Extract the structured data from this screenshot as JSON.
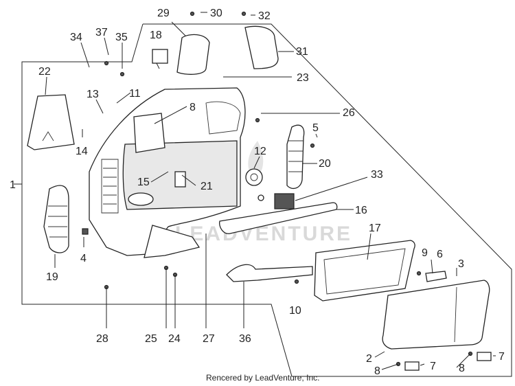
{
  "watermark": "LEADVENTURE",
  "credit": "Rencered by LeadVenture, Inc.",
  "callouts": {
    "c1": "1",
    "c2": "2",
    "c3": "3",
    "c4": "4",
    "c5": "5",
    "c6": "6",
    "c7a": "7",
    "c7b": "7",
    "c8a": "8",
    "c8b": "8",
    "c8c": "8",
    "c9": "9",
    "c10": "10",
    "c11": "11",
    "c12": "12",
    "c13": "13",
    "c14": "14",
    "c15": "15",
    "c16": "16",
    "c17": "17",
    "c18": "18",
    "c19": "19",
    "c20": "20",
    "c21": "21",
    "c22": "22",
    "c23": "23",
    "c24": "24",
    "c25": "25",
    "c26": "26",
    "c27": "27",
    "c28": "28",
    "c29": "29",
    "c30": "30",
    "c31": "31",
    "c32": "32",
    "c33": "33",
    "c34": "34",
    "c35": "35",
    "c36": "36",
    "c37": "37"
  }
}
